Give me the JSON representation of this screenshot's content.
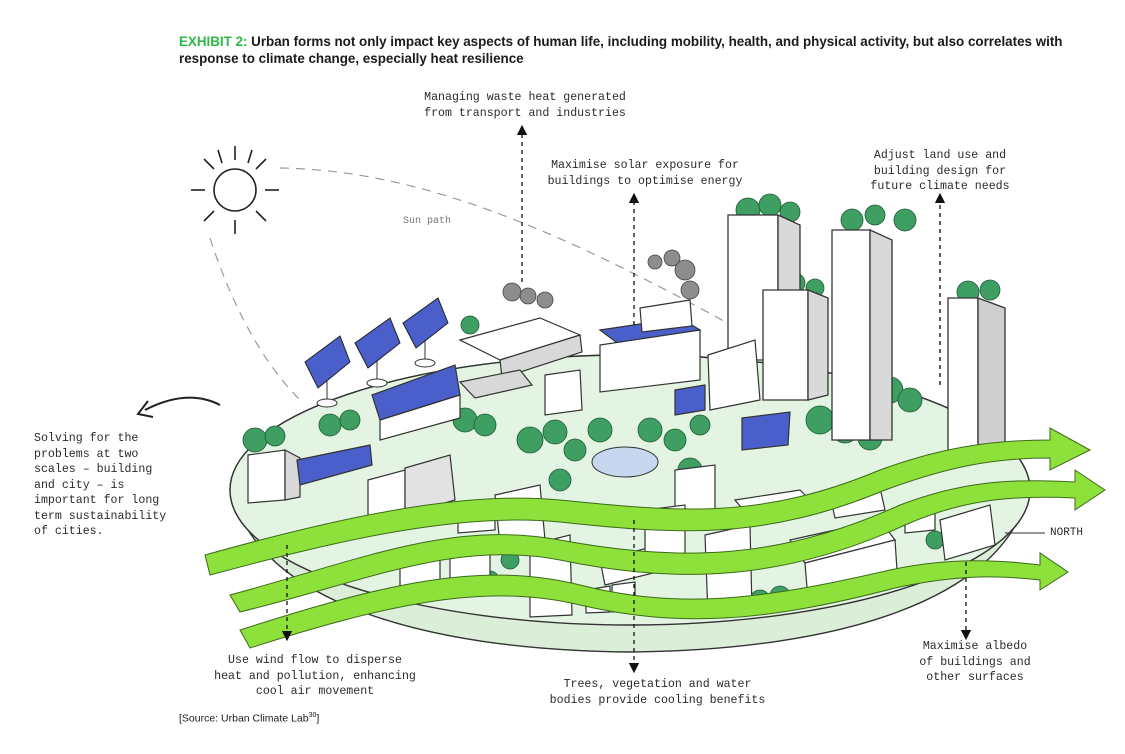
{
  "exhibit": {
    "label": "EXHIBIT 2:",
    "title": " Urban forms not only impact key aspects of human life, including mobility, health, and physical activity, but also correlates with response to climate change, especially heat resilience"
  },
  "annotations": {
    "waste_heat": "Managing waste heat generated\nfrom transport and industries",
    "solar": "Maximise solar exposure for\nbuildings to optimise energy",
    "land_use": "Adjust land use and\nbuilding design for\nfuture climate needs",
    "sun_path": "Sun path",
    "two_scales": "Solving for the\nproblems at two\nscales – building\nand city – is\nimportant for long\nterm sustainability\nof cities.",
    "north": "NORTH",
    "wind": "Use wind flow to disperse\nheat and pollution, enhancing\ncool air movement",
    "trees": "Trees, vegetation and water\nbodies provide cooling benefits",
    "albedo": "Maximise albedo\nof buildings and\nother surfaces"
  },
  "source": {
    "text": "[Source: Urban Climate Lab",
    "ref": "30",
    "close": "]"
  },
  "colors": {
    "accent_green": "#2eb84a",
    "arrow_green": "#8ee03a",
    "disc_fill": "#e4f4e2",
    "tree_green": "#3f9e62",
    "solar_blue": "#4a5fc9"
  }
}
